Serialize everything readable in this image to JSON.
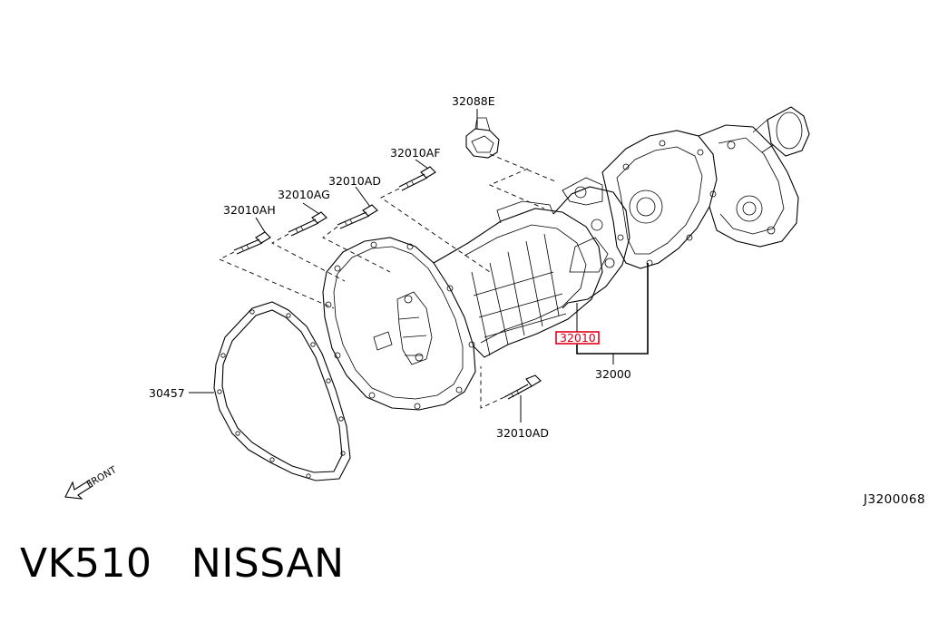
{
  "labels": {
    "p32088E": "32088E",
    "p32010AF": "32010AF",
    "p32010AD_top": "32010AD",
    "p32010AG": "32010AG",
    "p32010AH": "32010AH",
    "p32010": "32010",
    "p32000": "32000",
    "p30457": "30457",
    "p32010AD_bottom": "32010AD",
    "front": "FRONT"
  },
  "ref_code": "J3200068",
  "caption": {
    "model": "VK510",
    "make": "NISSAN"
  },
  "colors": {
    "highlight": "#e0001b"
  }
}
